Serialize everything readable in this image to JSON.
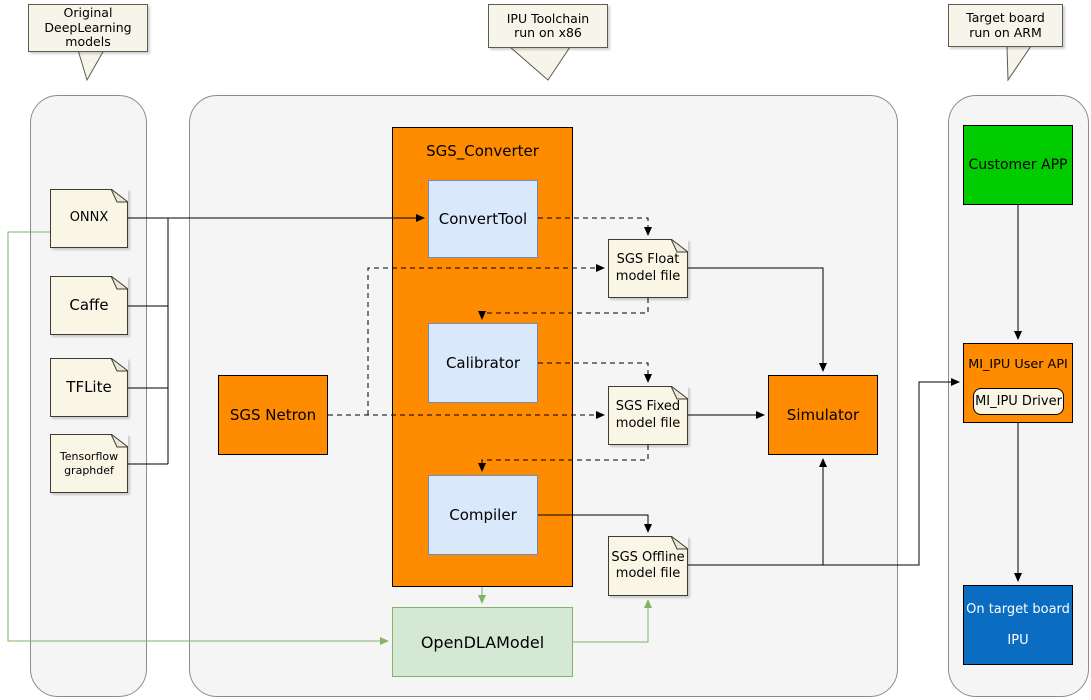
{
  "callouts": {
    "original_models": "Original\nDeepLearning\nmodels",
    "ipu_toolchain": "IPU Toolchain\nrun on x86",
    "target_board": "Target board\nrun on ARM"
  },
  "source_models": {
    "onnx": "ONNX",
    "caffe": "Caffe",
    "tflite": "TFLite",
    "tensorflow": "Tensorflow\ngraphdef"
  },
  "converter": {
    "title": "SGS_Converter",
    "convert_tool": "ConvertTool",
    "calibrator": "Calibrator",
    "compiler": "Compiler"
  },
  "toolchain": {
    "sgs_netron": "SGS Netron",
    "simulator": "Simulator",
    "open_dla_model": "OpenDLAModel",
    "float_file": "SGS Float\nmodel file",
    "fixed_file": "SGS Fixed\nmodel file",
    "offline_file": "SGS Offline\nmodel file"
  },
  "target": {
    "customer_app": "Customer APP",
    "user_api": "MI_IPU User API",
    "driver": "MI_IPU Driver",
    "board_line1": "On target board",
    "board_line2": "IPU"
  },
  "colors": {
    "orange": "#ff8c00",
    "note_cream": "#faf6e6",
    "light_blue": "#dae8fc",
    "light_blue_border": "#6c8ebf",
    "light_green": "#d5e8d4",
    "green_line": "#82b366",
    "app_green": "#00cc00",
    "ipu_blue": "#0a6dc2",
    "container_gray": "#f5f5f5"
  }
}
